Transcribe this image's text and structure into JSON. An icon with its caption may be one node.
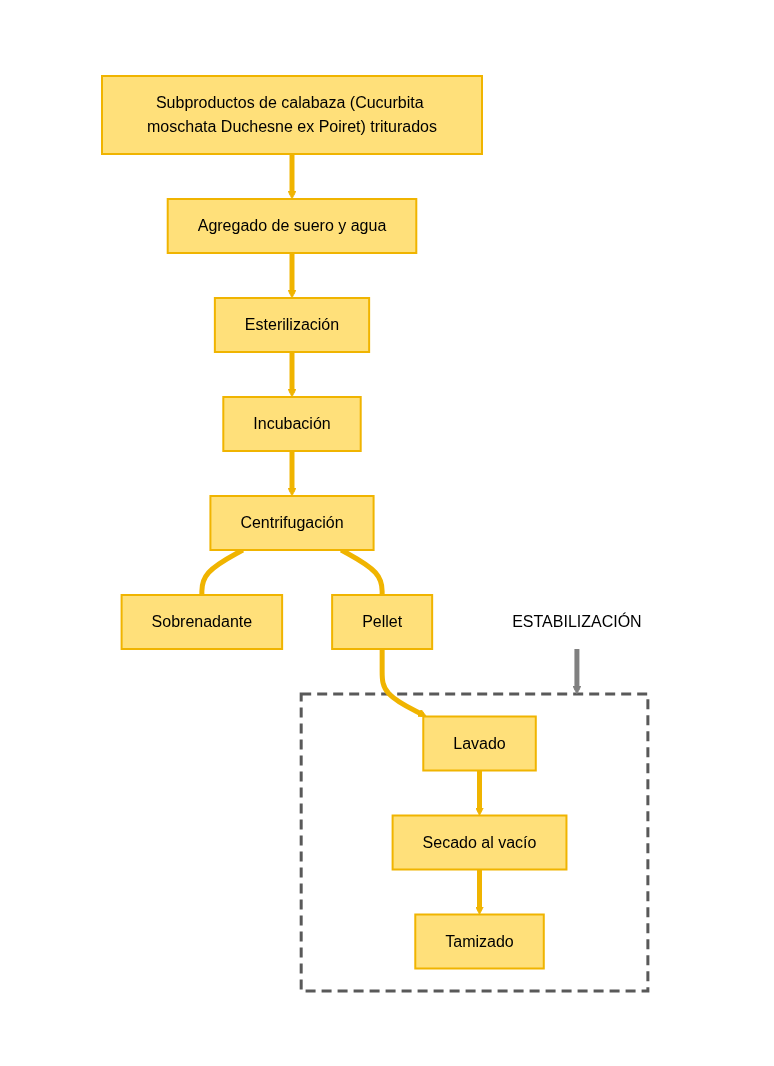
{
  "diagram": {
    "nodes": [
      {
        "text": [
          "Subproductos de calabaza (Cucurbita moschata Duchesne ex Poiret) triturados"
        ]
      },
      {
        "text": [
          "Agregado de suero y agua"
        ]
      },
      {
        "text": [
          "Esterilización"
        ]
      },
      {
        "text": [
          "Incubación"
        ]
      },
      {
        "text": [
          "Centrifugación"
        ]
      },
      {
        "text": [
          "Sobrenadante"
        ]
      },
      {
        "text": [
          "Pellet"
        ]
      },
      {
        "text": [
          "ESTABILIZACIÓN"
        ]
      },
      {
        "text": [],
        "shape": "box"
      },
      {
        "text": [
          "Lavado"
        ],
        "in": 8
      },
      {
        "text": [
          "Secado al vacío"
        ],
        "in": 8
      },
      {
        "text": [
          "Tamizado"
        ],
        "in": 8
      }
    ],
    "edges": [
      {
        "from": 0,
        "to": 1,
        "arrow": "to"
      },
      {
        "from": 1,
        "to": 2,
        "arrow": "to"
      },
      {
        "from": 2,
        "to": 3,
        "arrow": "to"
      },
      {
        "from": 3,
        "to": 4,
        "arrow": "to"
      },
      {
        "from": 4,
        "to": 5,
        "arrow": "none"
      },
      {
        "from": 4,
        "to": 6,
        "arrow": "none"
      },
      {
        "from": 6,
        "to": 9,
        "arrow": "to"
      },
      {
        "from": 9,
        "to": 10,
        "arrow": "to"
      },
      {
        "from": 10,
        "to": 11,
        "arrow": "to"
      },
      {
        "from": 7,
        "to": 8,
        "arrow": "to",
        "color": "#808080"
      }
    ]
  }
}
